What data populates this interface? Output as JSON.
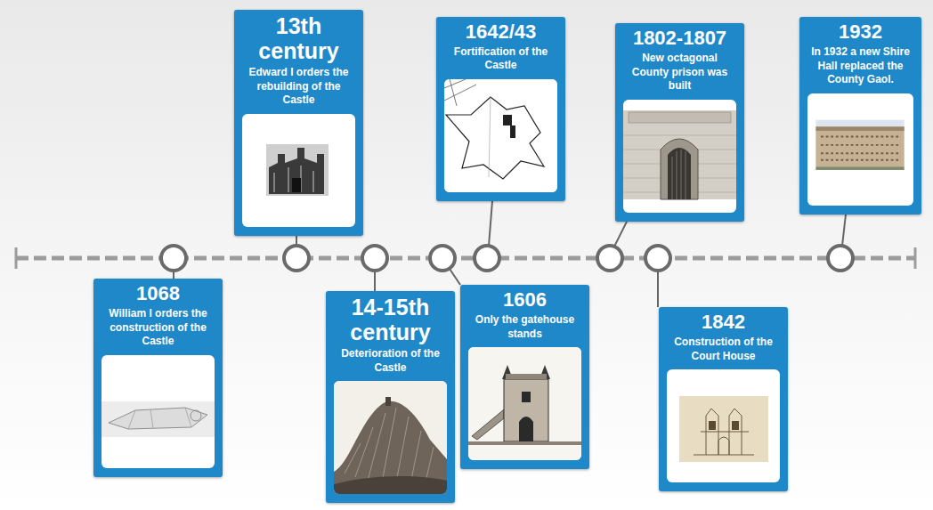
{
  "diagram": {
    "nodes": [
      {
        "text": [
          "1068",
          "William I orders the construction of the Castle"
        ]
      },
      {
        "text": [
          "13th century",
          "Edward I orders the rebuilding of the Castle"
        ]
      },
      {
        "text": [
          "14-15th century",
          "Deterioration of the Castle"
        ]
      },
      {
        "text": [
          "1606",
          "Only the gatehouse stands"
        ]
      },
      {
        "text": [
          "1642/43",
          "Fortification of the Castle"
        ]
      },
      {
        "text": [
          "1802-1807",
          "New octagonal County prison was built"
        ]
      },
      {
        "text": [
          "1842",
          "Construction of the Court House"
        ]
      },
      {
        "text": [
          "1932",
          "In 1932 a new Shire Hall replaced the County Gaol."
        ]
      }
    ]
  }
}
